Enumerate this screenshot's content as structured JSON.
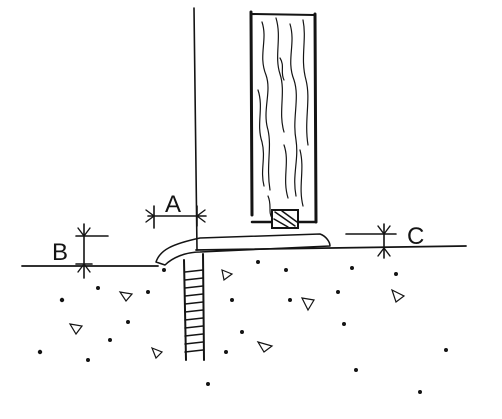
{
  "diagram": {
    "labels": {
      "a": "A",
      "b": "B",
      "c": "C"
    },
    "colors": {
      "ink": "#141414",
      "background": "#ffffff"
    }
  }
}
